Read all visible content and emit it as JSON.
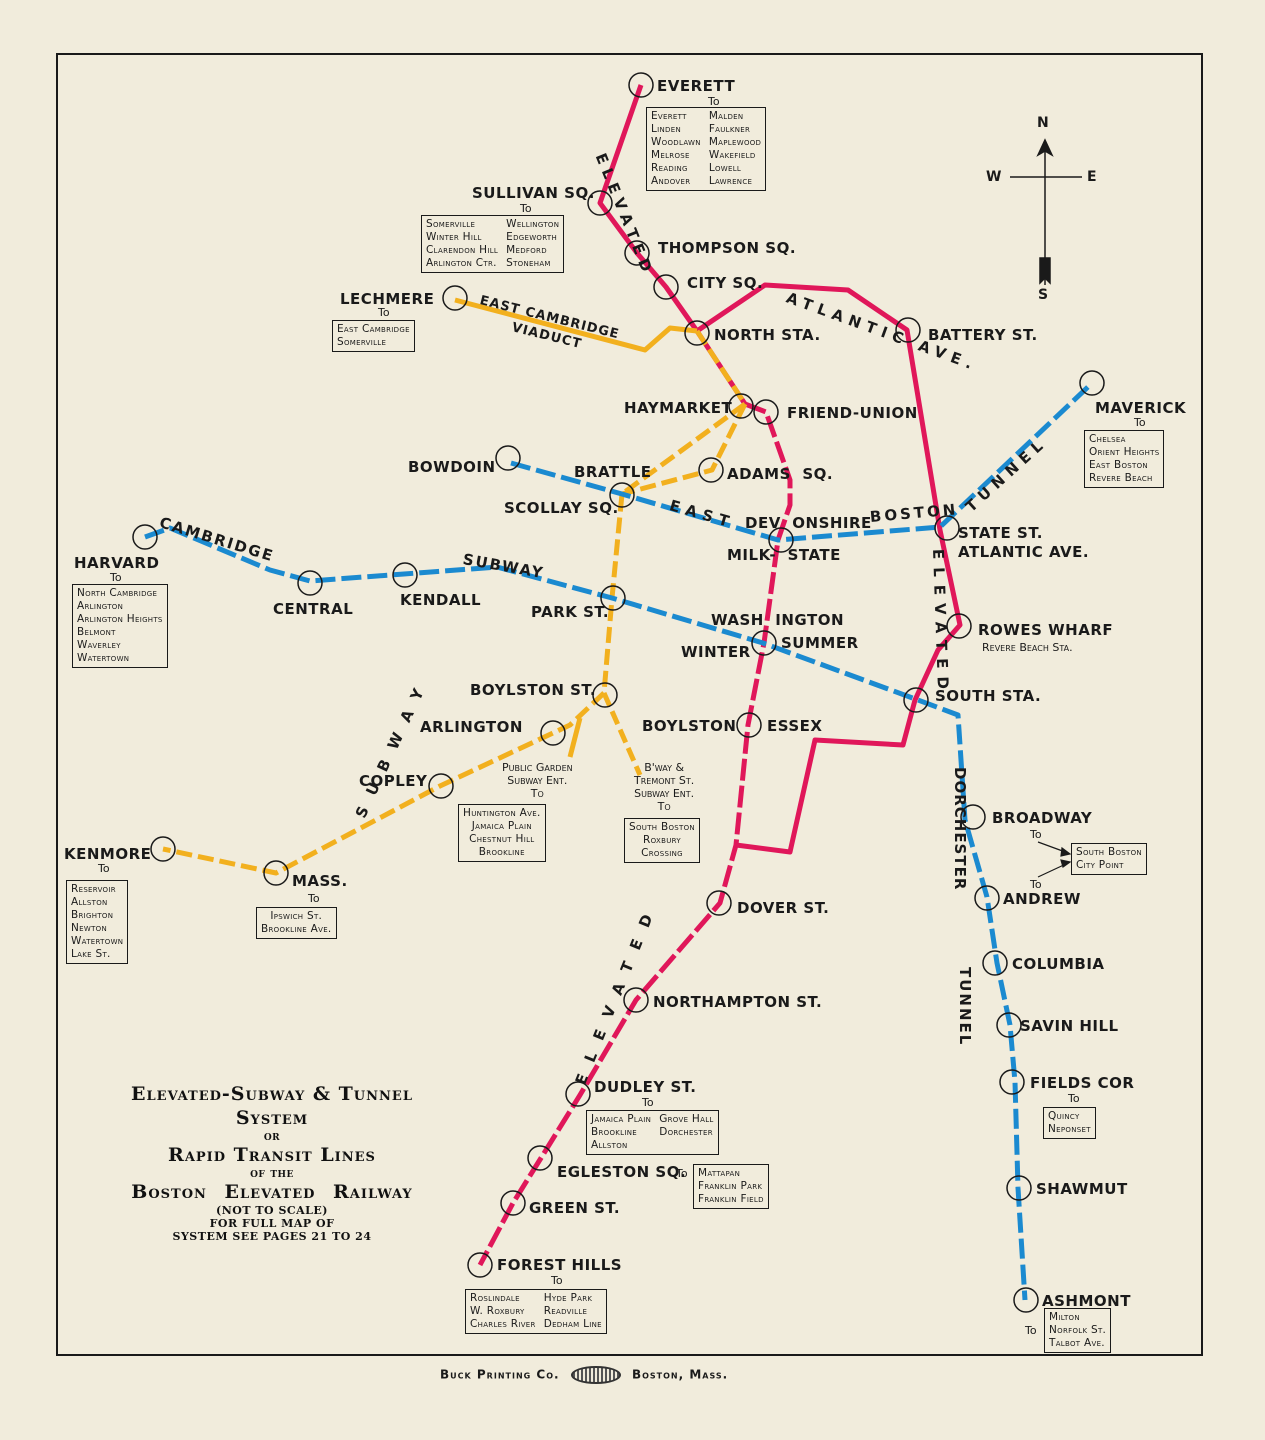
{
  "title": {
    "line1": "Elevated-Subway & Tunnel",
    "line2": "System",
    "line3": "or",
    "line4": "Rapid Transit Lines",
    "line5": "of the",
    "line6": "Boston Elevated Railway",
    "note1": "(NOT TO SCALE)",
    "note2": "FOR FULL MAP OF",
    "note3": "SYSTEM SEE PAGES 21 TO 24"
  },
  "footer": {
    "left": "Buck Printing Co.",
    "right": "Boston, Mass."
  },
  "compass": {
    "n": "N",
    "s": "S",
    "e": "E",
    "w": "W"
  },
  "colors": {
    "elevated": "#e0175a",
    "subway": "#f2b01e",
    "tunnel": "#1b8ad0",
    "paper": "#f1ecdc",
    "ink": "#1a1a1a"
  },
  "line_labels": {
    "elevated_main": "ELEVATED",
    "atlantic": "ATLANTIC AVE.",
    "east_cambridge": "EAST CAMBRIDGE",
    "viaduct": "VIADUCT",
    "cambridge": "CAMBRIDGE",
    "subway_cambridge": "SUBWAY",
    "subway_tremont": "SUBWAY",
    "east": "EAST",
    "boston": "BOSTON",
    "tunnel_east": "TUNNEL",
    "washington": "WASHINGTON",
    "dorchester": "DORCHESTER",
    "tunnel_dorchester": "TUNNEL",
    "elevated_south": "ELEVATED",
    "elevated_atlantic_south": "ELEVATED"
  },
  "to_label": "To",
  "stations": {
    "everett": {
      "name": "EVERETT",
      "to": [
        "Everett",
        "Malden",
        "Linden",
        "Faulkner",
        "Woodlawn",
        "Maplewood",
        "Melrose",
        "Wakefield",
        "Reading",
        "Lowell",
        "Andover",
        "Lawrence"
      ]
    },
    "sullivan": {
      "name": "SULLIVAN SQ.",
      "to": [
        "Somerville",
        "Wellington",
        "Winter Hill",
        "Edgeworth",
        "Clarendon Hill",
        "Medford",
        "Arlington Ctr.",
        "Stoneham"
      ]
    },
    "thompson": {
      "name": "THOMPSON SQ."
    },
    "city": {
      "name": "CITY SQ."
    },
    "north": {
      "name": "NORTH STA."
    },
    "battery": {
      "name": "BATTERY ST."
    },
    "lechmere": {
      "name": "LECHMERE",
      "to": [
        "East Cambridge",
        "Somerville"
      ]
    },
    "haymarket": {
      "name": "HAYMARKET"
    },
    "friend_union": {
      "name": "FRIEND-UNION"
    },
    "maverick": {
      "name": "MAVERICK",
      "to": [
        "Chelsea",
        "Orient Heights",
        "East Boston",
        "Revere Beach"
      ]
    },
    "bowdoin": {
      "name": "BOWDOIN"
    },
    "brattle": {
      "name": "BRATTLE"
    },
    "adams": {
      "name": "ADAMS",
      "sq": "SQ."
    },
    "scollay": {
      "name": "SCOLLAY SQ."
    },
    "devonshire": {
      "dev": "DEV",
      "onshire": "ONSHIRE"
    },
    "milk_state": {
      "milk": "MILK-",
      "state": "STATE"
    },
    "state_st": {
      "name": "STATE ST.",
      "sub": "ATLANTIC AVE."
    },
    "harvard": {
      "name": "HARVARD",
      "to": [
        "North Cambridge",
        "Arlington",
        "Arlington Heights",
        "Belmont",
        "Waverley",
        "Watertown"
      ]
    },
    "central": {
      "name": "CENTRAL"
    },
    "kendall": {
      "name": "KENDALL"
    },
    "park": {
      "name": "PARK ST."
    },
    "washington_sta": {
      "wash": "WASH",
      "ington": "INGTON"
    },
    "winter": {
      "name": "WINTER"
    },
    "summer": {
      "name": "SUMMER"
    },
    "rowes": {
      "name": "ROWES WHARF",
      "sub": "Revere Beach Sta."
    },
    "south": {
      "name": "SOUTH STA."
    },
    "boylston_st": {
      "name": "BOYLSTON ST."
    },
    "arlington": {
      "name": "ARLINGTON"
    },
    "boylston": {
      "name": "BOYLSTON"
    },
    "essex": {
      "name": "ESSEX"
    },
    "copley": {
      "name": "COPLEY"
    },
    "public_garden": {
      "note": [
        "Public Garden",
        "Subway Ent."
      ],
      "to": [
        "Huntington Ave.",
        "Jamaica Plain",
        "Chestnut Hill",
        "Brookline"
      ]
    },
    "bway_tremont": {
      "note": [
        "B'way &",
        "Tremont St.",
        "Subway Ent."
      ],
      "to": [
        "South Boston",
        "Roxbury",
        "Crossing"
      ]
    },
    "kenmore": {
      "name": "KENMORE",
      "to": [
        "Reservoir",
        "Allston",
        "Brighton",
        "Newton",
        "Watertown",
        "Lake St."
      ]
    },
    "mass": {
      "name": "MASS.",
      "to": [
        "Ipswich St.",
        "Brookline Ave."
      ]
    },
    "broadway": {
      "name": "BROADWAY"
    },
    "andrew": {
      "name": "ANDREW"
    },
    "broadway_andrew_to": [
      "South Boston",
      "City Point"
    ],
    "dover": {
      "name": "DOVER ST."
    },
    "columbia": {
      "name": "COLUMBIA"
    },
    "northampton": {
      "name": "NORTHAMPTON ST."
    },
    "savin_hill": {
      "name": "SAVIN HILL"
    },
    "fields_cor": {
      "name": "FIELDS COR",
      "to": [
        "Quincy",
        "Neponset"
      ]
    },
    "dudley": {
      "name": "DUDLEY ST.",
      "to": [
        "Jamaica Plain",
        "Grove Hall",
        "Brookline",
        "Dorchester",
        "Allston"
      ]
    },
    "egleston": {
      "name": "EGLESTON SQ.",
      "to": [
        "Mattapan",
        "Franklin Park",
        "Franklin Field"
      ]
    },
    "green": {
      "name": "GREEN ST."
    },
    "shawmut": {
      "name": "SHAWMUT"
    },
    "forest_hills": {
      "name": "FOREST HILLS",
      "to": [
        "Roslindale",
        "Hyde Park",
        "W. Roxbury",
        "Readville",
        "Charles River",
        "Dedham Line"
      ]
    },
    "ashmont": {
      "name": "ASHMONT",
      "to": [
        "Milton",
        "Norfolk St.",
        "Talbot Ave."
      ]
    }
  }
}
